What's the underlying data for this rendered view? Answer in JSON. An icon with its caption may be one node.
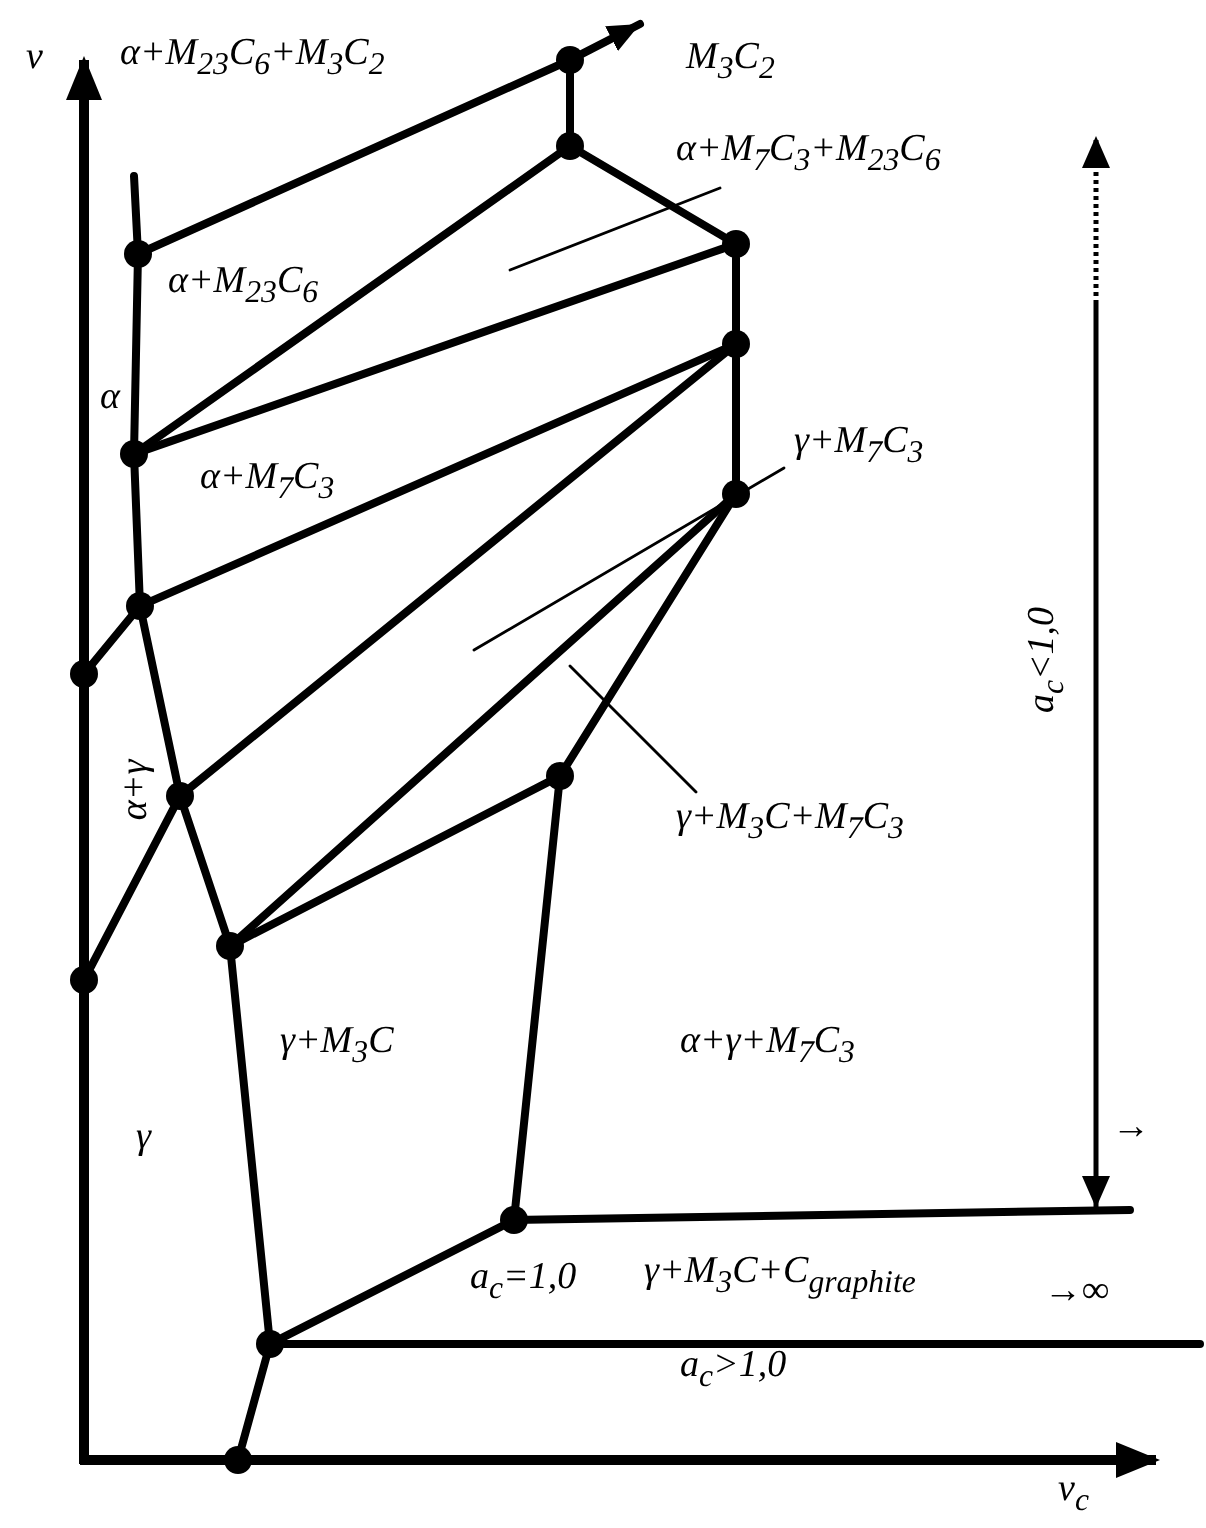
{
  "diagram": {
    "nodes": [
      {
        "text": [],
        "shape": "circle"
      },
      {
        "text": [],
        "shape": "circle"
      },
      {
        "text": [],
        "shape": "circle"
      },
      {
        "text": [],
        "shape": "circle"
      },
      {
        "text": [],
        "shape": "circle"
      },
      {
        "text": [],
        "shape": "circle"
      },
      {
        "text": [],
        "shape": "circle"
      },
      {
        "text": [],
        "shape": "circle"
      },
      {
        "text": [],
        "shape": "circle"
      },
      {
        "text": [],
        "shape": "circle"
      },
      {
        "text": [],
        "shape": "circle"
      },
      {
        "text": [],
        "shape": "circle"
      },
      {
        "text": [],
        "shape": "circle"
      },
      {
        "text": [],
        "shape": "circle"
      },
      {
        "text": [],
        "shape": "circle"
      },
      {
        "text": [],
        "shape": "circle"
      },
      {
        "text": [
          "α+M$_{7}$C$_{3}$+M$_{23}$C$_{6}$"
        ]
      },
      {
        "text": [
          "γ+M$_{7}$C$_{3}$"
        ]
      },
      {
        "text": [
          "γ+M$_{3}$C+M$_{7}$C$_{3}$"
        ]
      }
    ],
    "edges": [
      {
        "from": 3,
        "to": 0,
        "arrow": "none"
      },
      {
        "from": 0,
        "to": null,
        "arrow": "to"
      },
      {
        "from": 0,
        "to": 1,
        "arrow": "none"
      },
      {
        "from": 1,
        "to": 5,
        "arrow": "none"
      },
      {
        "from": 1,
        "to": 2,
        "arrow": "none"
      },
      {
        "from": 2,
        "to": 5,
        "arrow": "none"
      },
      {
        "from": 2,
        "to": 4,
        "arrow": "none"
      },
      {
        "from": 4,
        "to": 7,
        "arrow": "none"
      },
      {
        "from": 4,
        "to": 9,
        "arrow": "none"
      },
      {
        "from": 4,
        "to": 6,
        "arrow": "none"
      },
      {
        "from": null,
        "to": 3,
        "arrow": "none"
      },
      {
        "from": 3,
        "to": 5,
        "arrow": "none"
      },
      {
        "from": 5,
        "to": 7,
        "arrow": "none"
      },
      {
        "from": 7,
        "to": 8,
        "arrow": "none"
      },
      {
        "from": 7,
        "to": 9,
        "arrow": "none"
      },
      {
        "from": 9,
        "to": 12,
        "arrow": "none"
      },
      {
        "from": 9,
        "to": 11,
        "arrow": "none"
      },
      {
        "from": 11,
        "to": 6,
        "arrow": "none"
      },
      {
        "from": 11,
        "to": 10,
        "arrow": "none"
      },
      {
        "from": 10,
        "to": 6,
        "arrow": "none"
      },
      {
        "from": 10,
        "to": 13,
        "arrow": "none"
      },
      {
        "from": 11,
        "to": 14,
        "arrow": "none"
      },
      {
        "from": 13,
        "to": 14,
        "arrow": "none"
      },
      {
        "from": 13,
        "to": null,
        "arrow": "none"
      },
      {
        "from": 14,
        "to": null,
        "arrow": "none"
      },
      {
        "from": 14,
        "to": 15,
        "arrow": "none"
      },
      {
        "from": 16,
        "to": null,
        "arrow": "none"
      },
      {
        "from": 17,
        "to": null,
        "arrow": "none"
      },
      {
        "from": 18,
        "to": null,
        "arrow": "none"
      }
    ],
    "labels": [
      "α+M$_{23}$C$_{6}$+M$_{3}$C$_{2}$",
      "M$_{3}$C$_{2}$",
      "ν",
      "α+M$_{23}$C$_{6}$",
      "α",
      "α+M$_{7}$C$_{3}$",
      "a$_{c}$<1,0",
      "α+γ",
      "γ+M$_{3}$C",
      "α+γ+M$_{7}$C$_{3}$",
      "γ",
      "→",
      "a$_{c}$=1,0",
      "γ+M$_{3}$C+C$_{graphite}$",
      "→∞",
      "a$_{c}$>1,0",
      "ν$_{c}$"
    ]
  }
}
